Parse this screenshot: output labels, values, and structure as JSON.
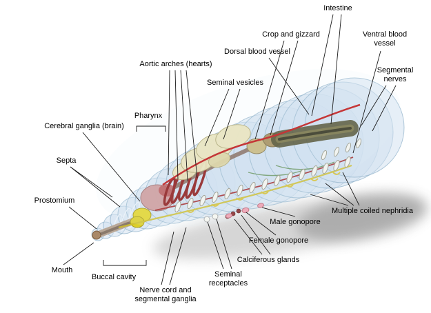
{
  "figure": {
    "labels": {
      "intestine": "Intestine",
      "crop_and_gizzard": "Crop and gizzard",
      "ventral_blood_vessel": "Ventral blood vessel",
      "dorsal_blood_vessel": "Dorsal blood vessel",
      "aortic_arches": "Aortic arches (hearts)",
      "seminal_vesicles": "Seminal vesicles",
      "segmental_nerves": "Segmental nerves",
      "pharynx": "Pharynx",
      "cerebral_ganglia": "Cerebral ganglia (brain)",
      "septa": "Septa",
      "prostomium": "Prostomium",
      "mouth": "Mouth",
      "buccal_cavity": "Buccal cavity",
      "nerve_cord": "Nerve cord and segmental ganglia",
      "seminal_receptacles": "Seminal receptacles",
      "calciferous_glands": "Calciferous glands",
      "female_gonopore": "Female gonopore",
      "male_gonopore": "Male gonopore",
      "nephridia": "Multiple coiled nephridia"
    },
    "colors": {
      "body_fill": "#cfe0ef",
      "body_outline": "#8fb0c9",
      "intestine": "#4f4e2c",
      "blood_vessel": "#c01818",
      "seminal_vesicles": "#ece5bb",
      "nerve_cord": "#cdbe2e",
      "pharynx": "#cf9a9a",
      "brain": "#e4d62e",
      "label_text": "#000000"
    }
  }
}
